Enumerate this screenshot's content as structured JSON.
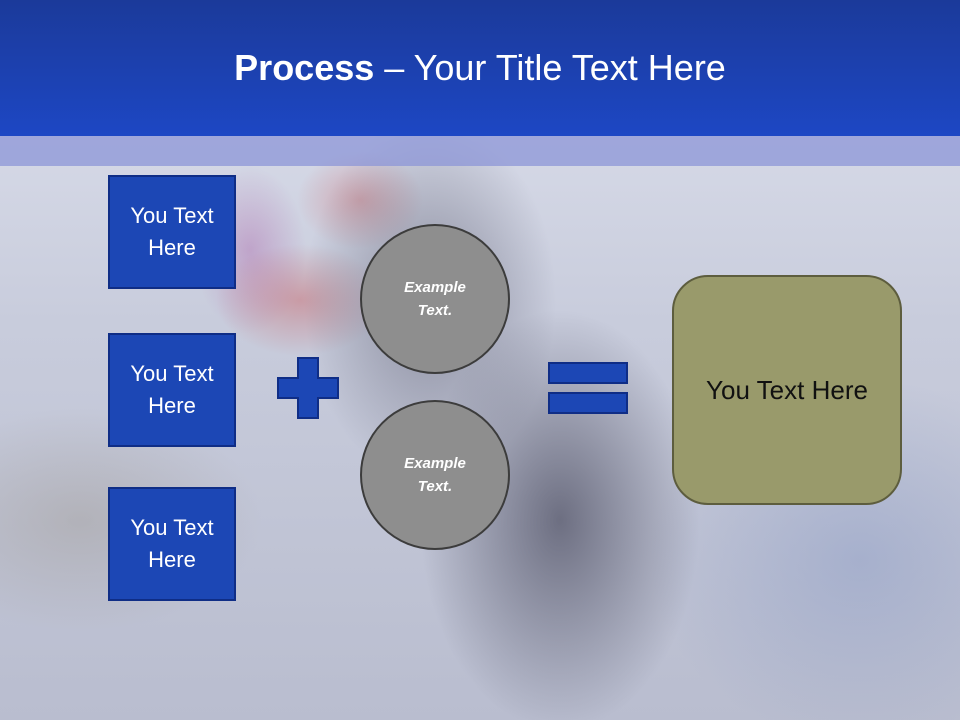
{
  "slide": {
    "title_bold": "Process",
    "title_rest": " – Your Title Text Here",
    "boxes": [
      {
        "label": "You Text Here"
      },
      {
        "label": "You Text Here"
      },
      {
        "label": "You Text Here"
      }
    ],
    "circles": [
      {
        "label": "Example Text."
      },
      {
        "label": "Example Text."
      }
    ],
    "result_label": "You Text Here"
  },
  "colors": {
    "header": "#1d47c4",
    "box_fill": "#1c47b5",
    "circle_fill": "#8e8e8e",
    "result_fill": "#999a6b"
  },
  "icons": {
    "operator_1": "plus-icon",
    "operator_2": "equals-icon"
  }
}
